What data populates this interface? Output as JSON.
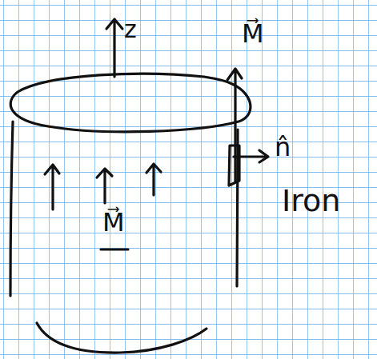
{
  "diagram": {
    "labels": [
      "z",
      "M⃗",
      "n̂",
      "M⃗",
      "Iron"
    ]
  }
}
